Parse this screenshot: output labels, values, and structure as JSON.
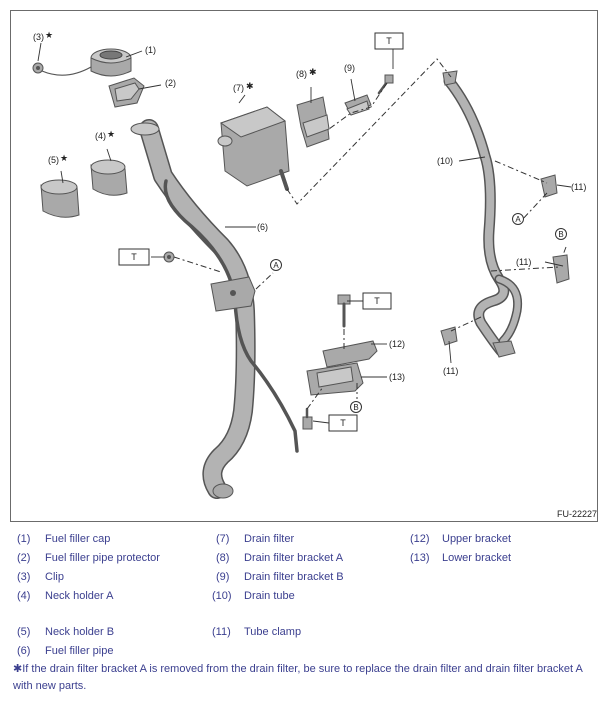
{
  "diagram": {
    "figure_id": "FU-22227",
    "torque_symbol": "T",
    "ref_a": "A",
    "ref_b": "B",
    "callouts": {
      "c1": "(1)",
      "c2": "(2)",
      "c3": "(3)",
      "c3star": "★",
      "c4": "(4)",
      "c4star": "★",
      "c5": "(5)",
      "c5star": "★",
      "c6": "(6)",
      "c7": "(7)",
      "c7star": "✱",
      "c8": "(8)",
      "c8star": "✱",
      "c9": "(9)",
      "c10": "(10)",
      "c11a": "(11)",
      "c11b": "(11)",
      "c11c": "(11)",
      "c12": "(12)",
      "c13": "(13)"
    }
  },
  "legend": [
    {
      "num": "(1)",
      "label": "Fuel filler cap"
    },
    {
      "num": "(2)",
      "label": "Fuel filler pipe protector"
    },
    {
      "num": "(3)",
      "label": "Clip"
    },
    {
      "num": "(4)",
      "label": "Neck holder A"
    },
    {
      "num": "(5)",
      "label": "Neck holder B"
    },
    {
      "num": "(6)",
      "label": "Fuel filler pipe"
    },
    {
      "num": "(7)",
      "label": "Drain filter"
    },
    {
      "num": "(8)",
      "label": "Drain filter bracket A"
    },
    {
      "num": "(9)",
      "label": "Drain filter bracket B"
    },
    {
      "num": "(10)",
      "label": "Drain tube"
    },
    {
      "num": "(11)",
      "label": "Tube clamp"
    },
    {
      "num": "(12)",
      "label": "Upper bracket"
    },
    {
      "num": "(13)",
      "label": "Lower bracket"
    }
  ],
  "note": "✱If the drain filter bracket A is removed from the drain filter, be sure to replace the drain filter and drain filter bracket A with new parts."
}
